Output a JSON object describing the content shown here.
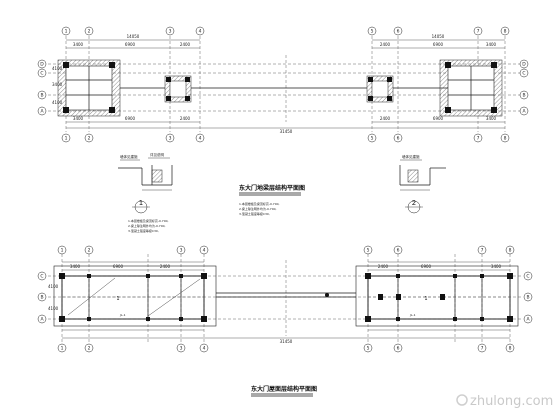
{
  "drawing": {
    "plan_upper_title": "东大门地梁层结构平面图",
    "plan_lower_title": "东大门屋面层结构平面图",
    "section_1_mark": "1",
    "section_2_mark": "2",
    "notes": [
      "1.本层楼板及梁顶标高-0.700,",
      "2.梁上除注明外均为-0.700,",
      "3.混凝土强度等级C30,"
    ],
    "detail_note_left_1": "墙体见建施",
    "detail_note_left_2": "详见说明",
    "detail_note_right_1": "墙体见建施"
  },
  "axes": {
    "left_columns": [
      "1",
      "2",
      "3",
      "4"
    ],
    "right_columns": [
      "5",
      "6",
      "7",
      "8"
    ],
    "rows": [
      "A",
      "B",
      "C",
      "D"
    ]
  },
  "dimensions": {
    "top_total": "14050",
    "top_segments": [
      "3400",
      "6900",
      "2400"
    ],
    "bottom_total": "31450",
    "bottom_segments": [
      "3400",
      "6900",
      "2400"
    ],
    "side": [
      "4100",
      "3400",
      "4100"
    ],
    "beam_label": "JL-1",
    "slab_mark": "1"
  },
  "watermark": {
    "text": "zhulong.com"
  }
}
